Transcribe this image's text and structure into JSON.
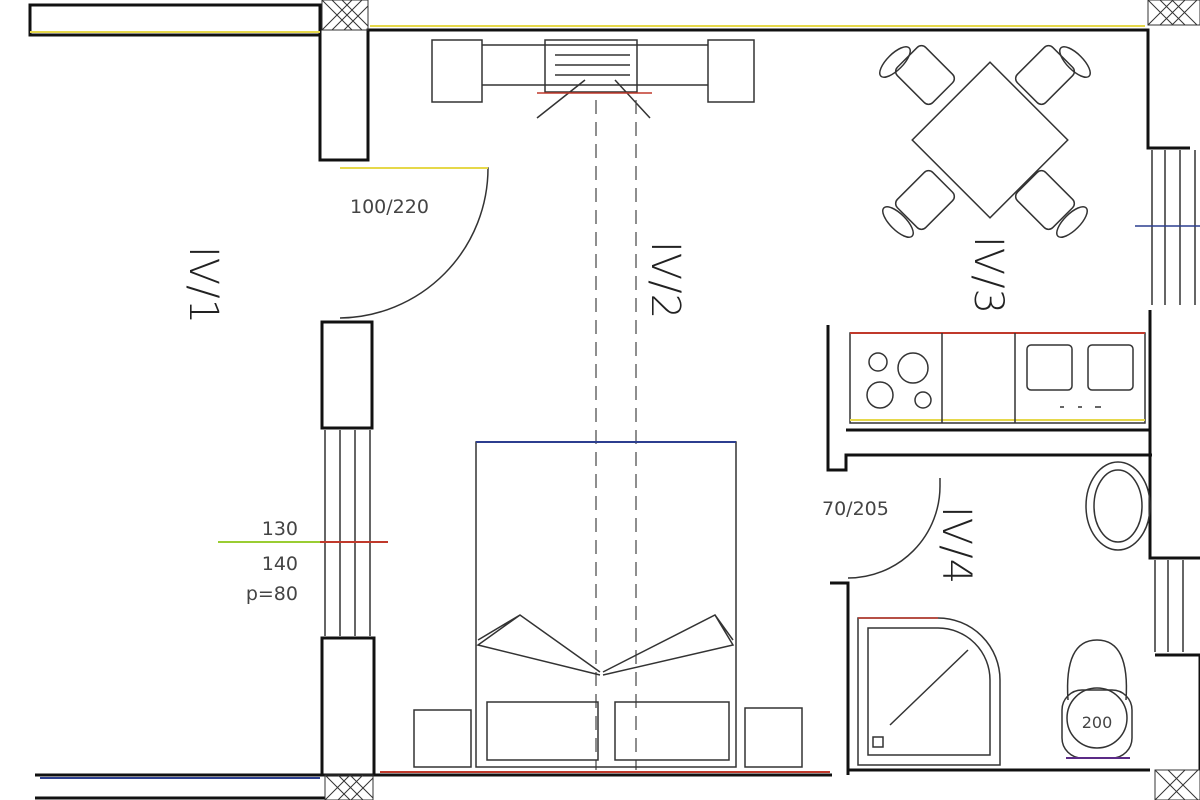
{
  "rooms": {
    "r1": "IV/1",
    "r2": "IV/2",
    "r3": "IV/3",
    "r4": "IV/4"
  },
  "dimensions": {
    "door_main": "100/220",
    "door_bath": "70/205",
    "window_line1": "130",
    "window_line2": "140",
    "window_line3": "p=80",
    "fixture": "200"
  },
  "colors": {
    "wall": "#111111",
    "accent_red": "#c0392b",
    "accent_yellow": "#e6d84a",
    "accent_blue": "#2c3e8f"
  }
}
